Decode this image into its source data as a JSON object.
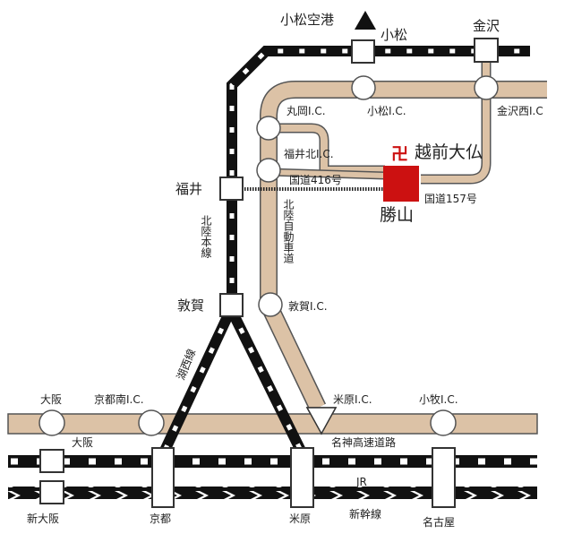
{
  "colors": {
    "road": "#dcc2a6",
    "rail": "#111111",
    "accent": "#cc1111"
  },
  "places": {
    "komatsu_airport": "小松空港",
    "komatsu": "小松",
    "kanazawa": "金沢",
    "maruoka_ic": "丸岡I.C.",
    "komatsu_ic": "小松I.C.",
    "kanazawa_nishi_ic": "金沢西I.C",
    "fukui_kita_ic": "福井北I.C.",
    "echizen_daibutsu": "越前大仏",
    "temple_symbol": "卍",
    "route416": "国道416号",
    "route157": "国道157号",
    "fukui": "福井",
    "katsuyama": "勝山",
    "hokuriku_honsen": "北陸本線",
    "hokuriku_expressway": "北陸自動車道",
    "tsuruga": "敦賀",
    "tsuruga_ic": "敦賀I.C.",
    "kosei_line": "湖西線",
    "osaka_ic": "大阪",
    "kyoto_minami_ic": "京都南I.C.",
    "maibara_ic": "米原I.C.",
    "komaki_ic": "小牧I.C.",
    "meishin": "名神高速道路",
    "osaka": "大阪",
    "jr": "JR",
    "shin_osaka": "新大阪",
    "kyoto": "京都",
    "maibara": "米原",
    "shinkansen": "新幹線",
    "nagoya": "名古屋"
  }
}
